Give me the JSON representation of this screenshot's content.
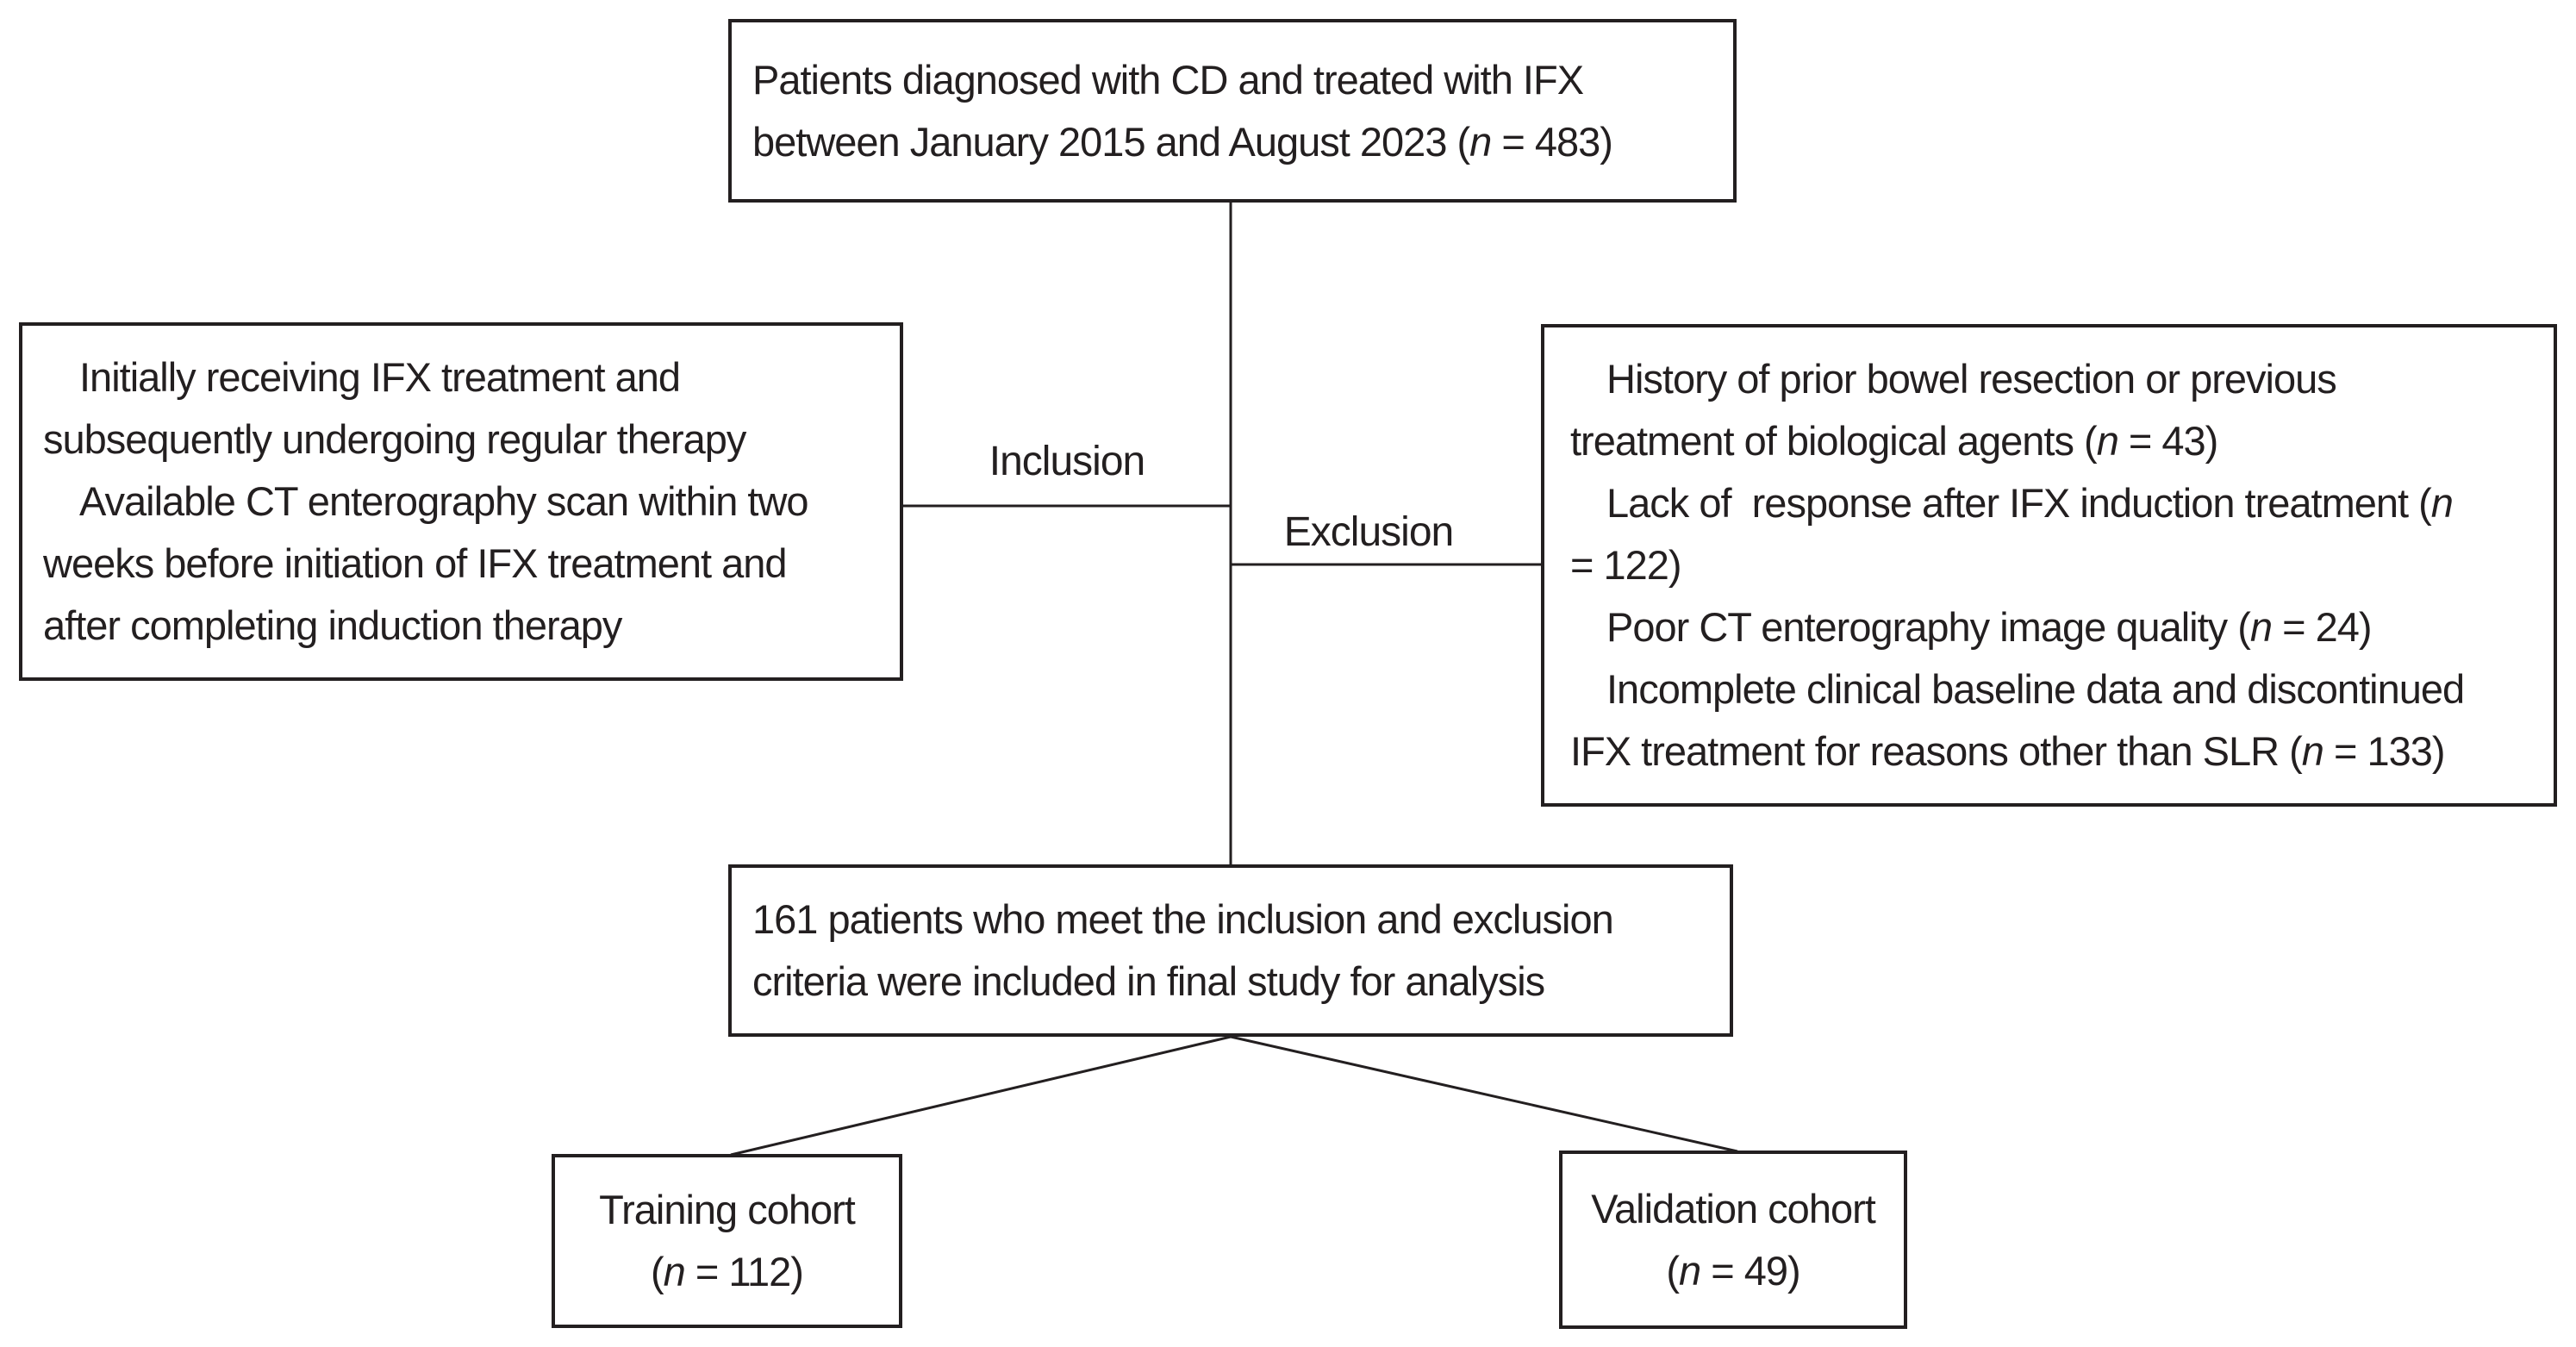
{
  "colors": {
    "ink": "#231f20",
    "background": "#ffffff"
  },
  "labels": {
    "inclusion": "Inclusion",
    "exclusion": "Exclusion"
  },
  "top_box": {
    "line1": "Patients diagnosed with CD and treated with IFX",
    "line2_pre": "between January 2015 and August 2023 (",
    "n": "n",
    "line2_post": " = 483)"
  },
  "inclusion_box": {
    "item1_line1": "Initially receiving IFX treatment and",
    "item1_line2": "subsequently undergoing regular therapy",
    "item2_line1": "Available CT enterography scan within two",
    "item2_line2": "weeks before initiation of IFX treatment and",
    "item2_line3": "after completing induction therapy"
  },
  "exclusion_box": {
    "item1_line1": "History of prior bowel resection or previous",
    "item1_line2_pre": "treatment of biological agents (",
    "item1_n": "n",
    "item1_line2_post": " = 43)",
    "item2_line1_pre": "Lack of  response after IFX induction treatment (",
    "item2_n": "n",
    "item2_line2": "= 122)",
    "item3_line1_pre": "Poor CT enterography image quality (",
    "item3_n": "n",
    "item3_line1_post": " = 24)",
    "item4_line1": "Incomplete clinical baseline data and discontinued",
    "item4_line2_pre": "IFX treatment for reasons other than SLR (",
    "item4_n": "n",
    "item4_line2_post": " = 133)"
  },
  "final_box": {
    "line1": "161 patients who meet the inclusion and exclusion",
    "line2": "criteria were included in final study for analysis"
  },
  "training_box": {
    "line1": "Training cohort",
    "line2_pre": "(",
    "n": "n",
    "line2_post": " = 112)"
  },
  "validation_box": {
    "line1": "Validation cohort",
    "line2_pre": "(",
    "n": "n",
    "line2_post": " = 49)"
  }
}
